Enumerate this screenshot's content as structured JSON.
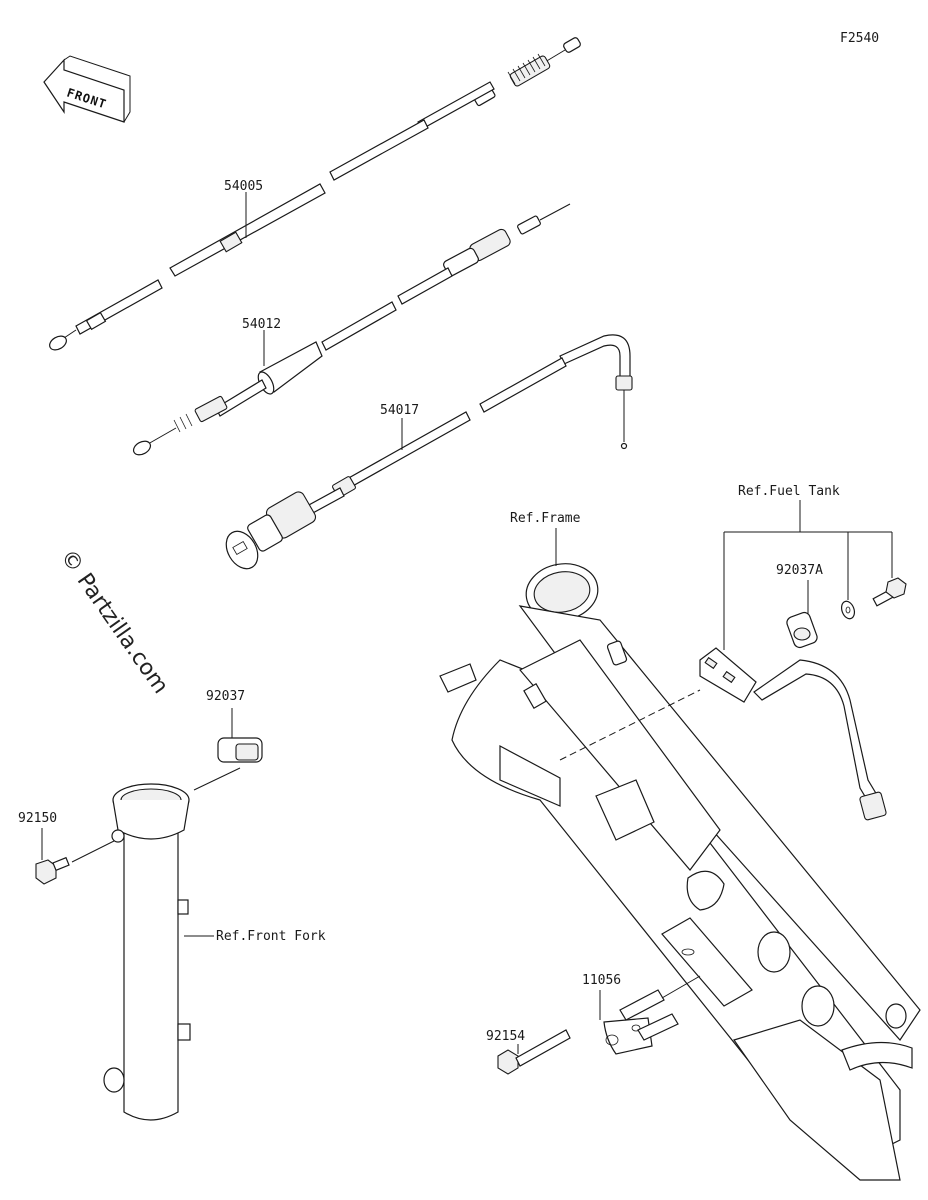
{
  "diagram_code": "F2540",
  "front_label": "FRONT",
  "watermark": "© Partzilla.com",
  "labels": {
    "p54005": "54005",
    "p54012": "54012",
    "p54017": "54017",
    "p92037": "92037",
    "p92150": "92150",
    "p92037A": "92037A",
    "p11056": "11056",
    "p92154": "92154",
    "ref_frame": "Ref.Frame",
    "ref_fuel_tank": "Ref.Fuel Tank",
    "ref_front_fork": "Ref.Front Fork"
  }
}
